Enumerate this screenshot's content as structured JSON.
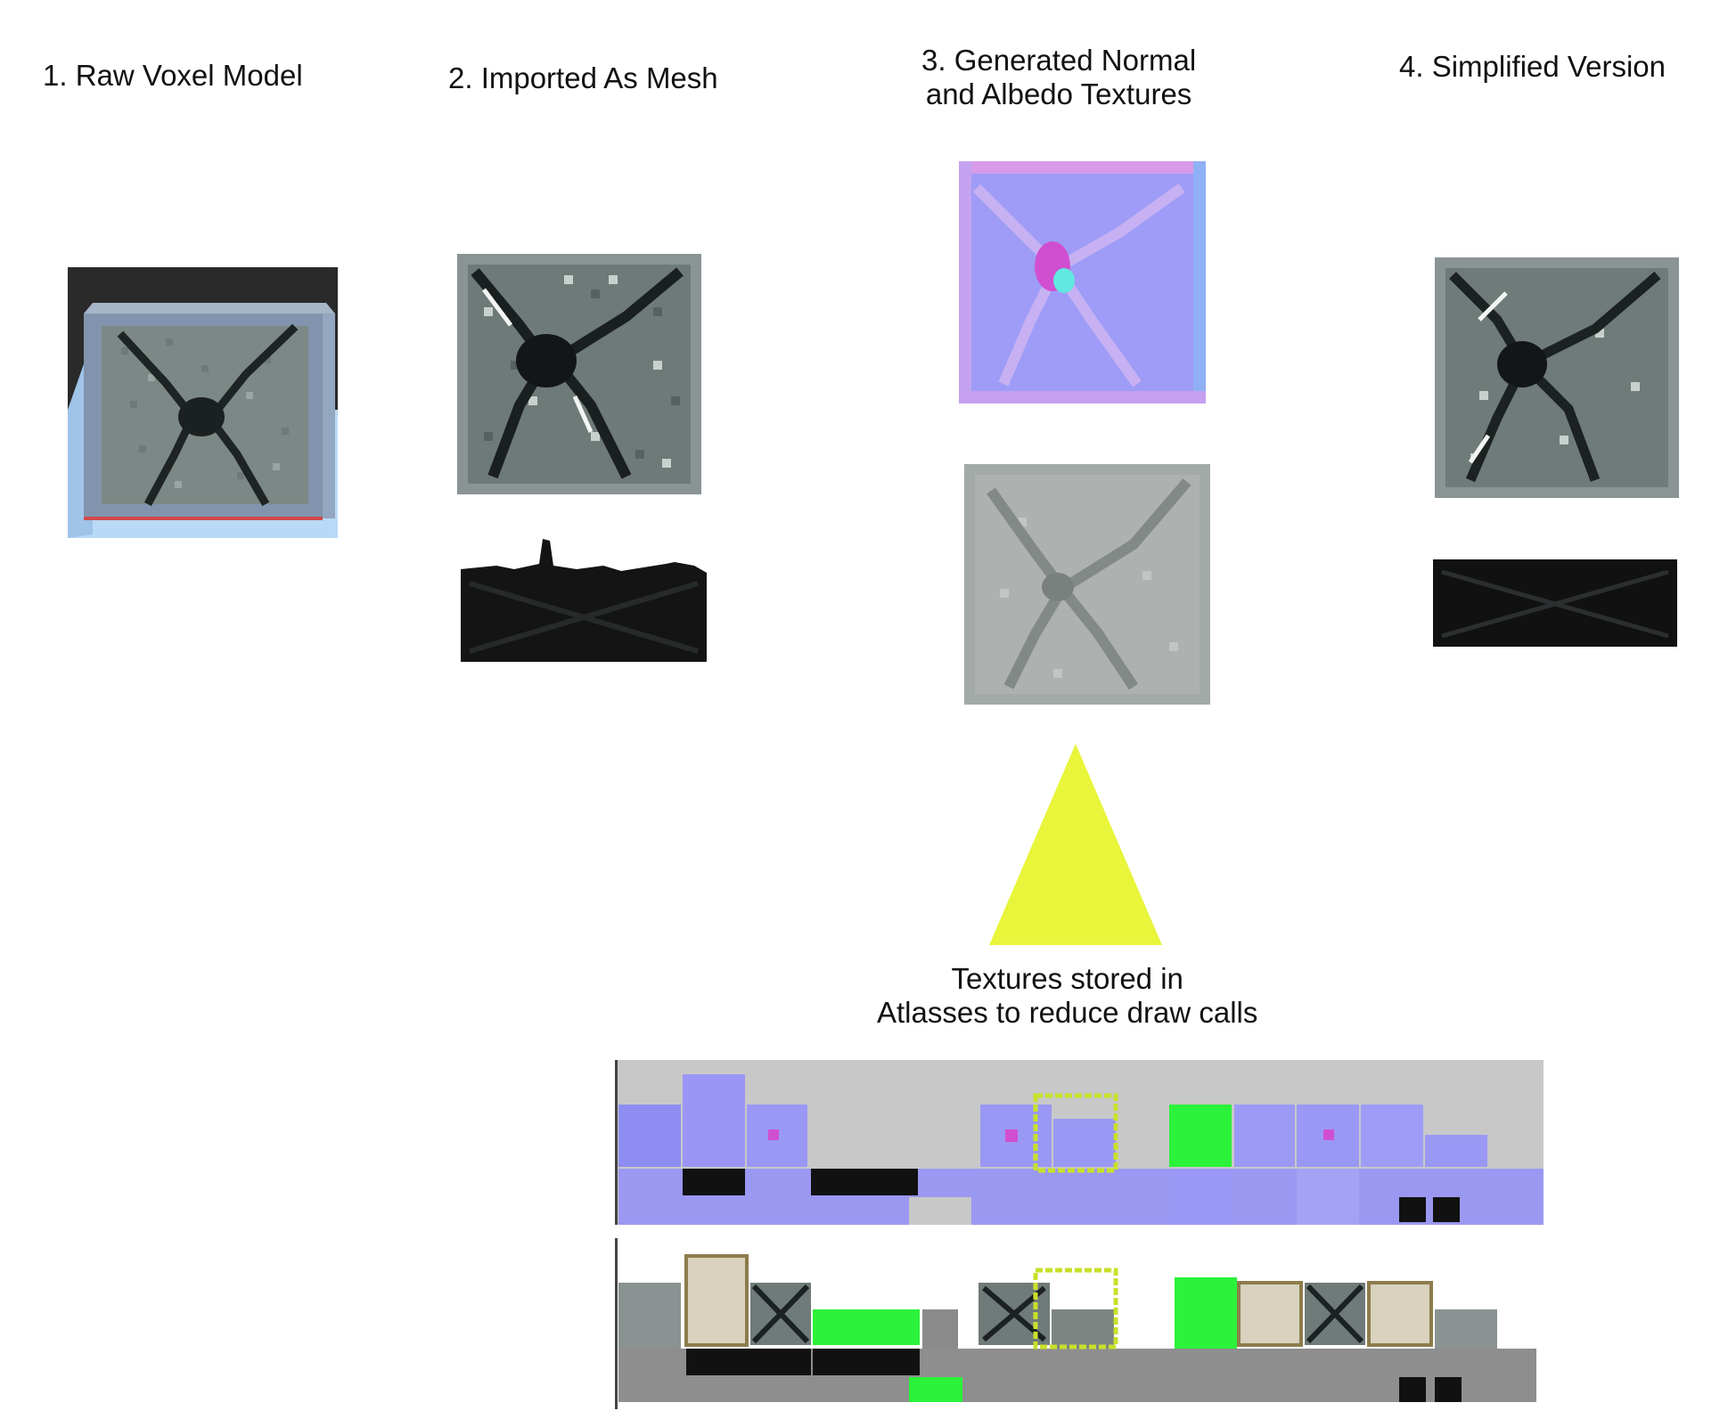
{
  "steps": [
    {
      "label": "1. Raw Voxel Model"
    },
    {
      "label": "2. Imported As Mesh"
    },
    {
      "label_line1": "3. Generated Normal",
      "label_line2": "and Albedo Textures"
    },
    {
      "label": "4. Simplified Version"
    }
  ],
  "atlas_caption": {
    "line1": "Textures stored in",
    "line2": "Atlasses to reduce draw calls"
  },
  "colors": {
    "arrow": "#e8f53a",
    "highlight": "#c8e02a",
    "normal_map": "#9a98f5",
    "albedo": "#a9aeab",
    "voxel_face": "#7a8482",
    "atlas_green": "#2bf23a",
    "atlas_bg": "#c8c8c8"
  }
}
